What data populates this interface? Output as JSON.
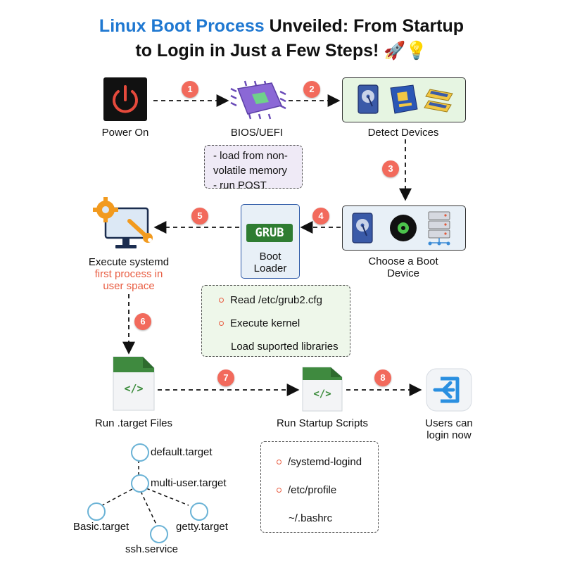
{
  "title": {
    "highlight": "Linux Boot Process",
    "rest_line1": " Unveiled: From Startup",
    "line2": "to Login in Just a Few Steps! 🚀💡"
  },
  "steps": {
    "power_on": "Power On",
    "bios": "BIOS/UEFI",
    "detect": "Detect Devices",
    "choose_line1": "Choose a Boot",
    "choose_line2": "Device",
    "grub_logo": "GRUB",
    "bootloader_line1": "Boot",
    "bootloader_line2": "Loader",
    "systemd": "Execute systemd",
    "systemd_note_line1": "first process in",
    "systemd_note_line2": "user space",
    "target_files": "Run .target Files",
    "startup_scripts": "Run Startup Scripts",
    "login_line1": "Users can",
    "login_line2": "login now"
  },
  "badges": [
    "1",
    "2",
    "3",
    "4",
    "5",
    "6",
    "7",
    "8"
  ],
  "bios_notes": [
    "- load from non-",
    "volatile memory",
    "- run POST"
  ],
  "grub_notes": [
    "Read /etc/grub2.cfg",
    "Execute kernel",
    "Load suported libraries"
  ],
  "script_notes": [
    "/systemd-logind",
    "/etc/profile",
    "~/.bashrc"
  ],
  "tree": {
    "root": "default.target",
    "mid": "multi-user.target",
    "left": "Basic.target",
    "bottom": "ssh.service",
    "right": "getty.target"
  },
  "code_glyph": "</>",
  "colors": {
    "title_blue": "#1f78d1",
    "accent_red": "#e85c41",
    "badge": "#f26a5c",
    "device_box": "#e6f5e2",
    "choose_box": "#e8f0f7",
    "bios_note_box": "#efeaf6",
    "grub_green": "#2f7d32",
    "doc_green": "#3f8a3f"
  }
}
